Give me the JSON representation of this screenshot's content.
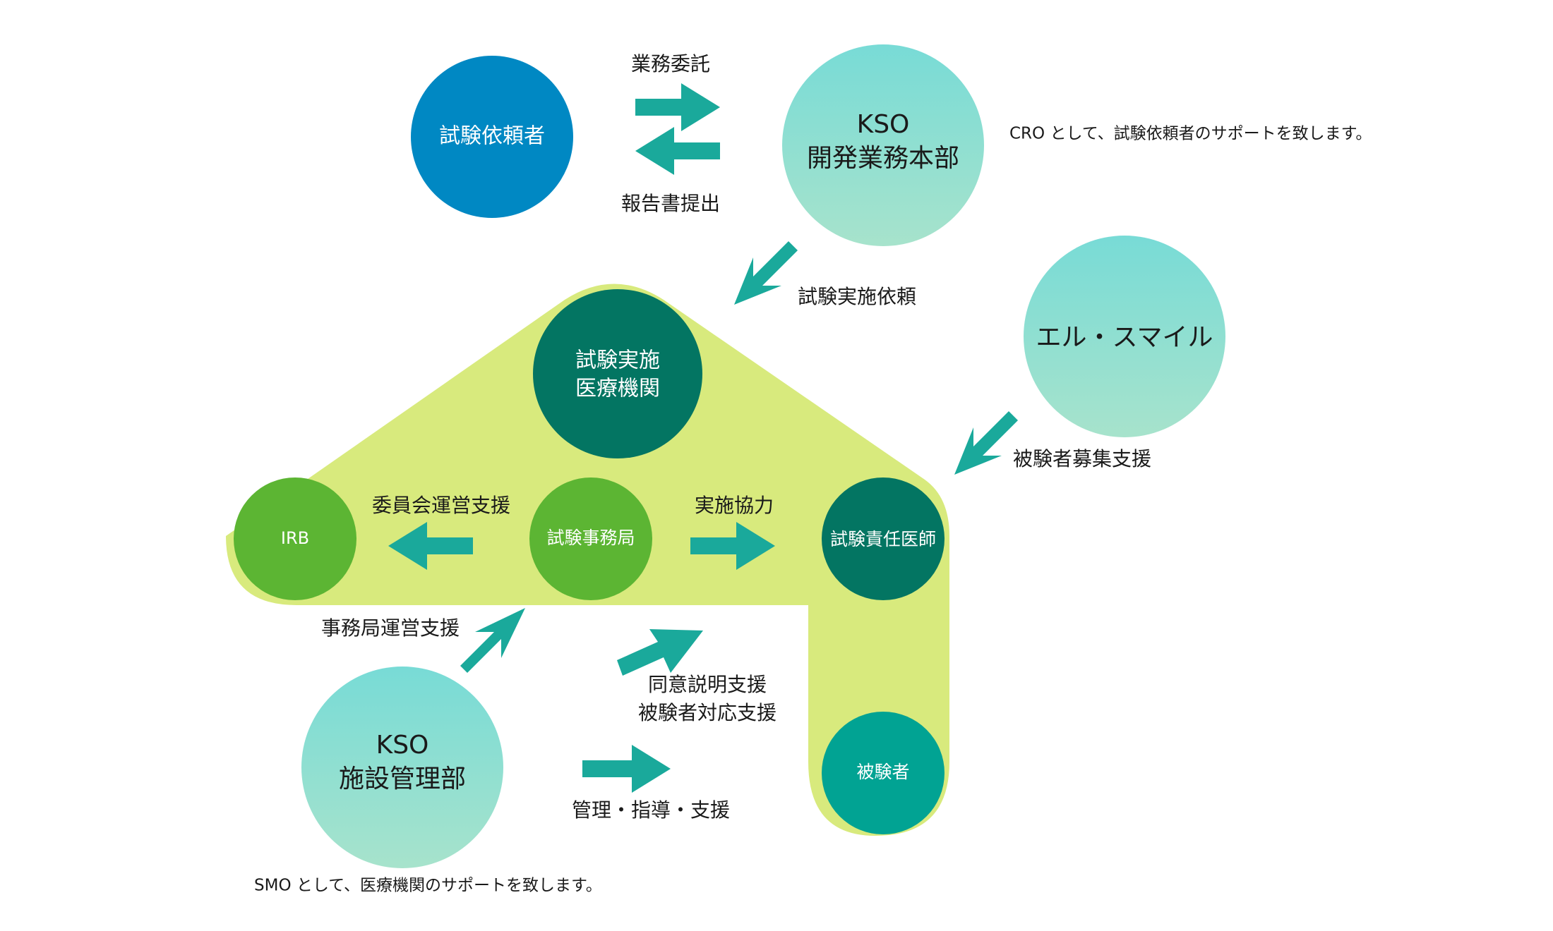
{
  "colors": {
    "area_fill": "#d8ea7d",
    "arrow": "#1aa99b",
    "client_blue": "#0088c3",
    "kso_top": "#78dbd6",
    "kso_bottom": "#a7e3cc",
    "dark_green": "#037562",
    "mid_green": "#5cb533",
    "teal": "#01a393",
    "white_text": "#ffffff",
    "dark_text": "#1a1a1a"
  },
  "nodes": {
    "client": "試験依頼者",
    "kso_dev": [
      "KSO",
      "開発業務本部"
    ],
    "site": [
      "試験実施",
      "医療機関"
    ],
    "l_smile": "エル・スマイル",
    "irb": "IRB",
    "secretariat": "試験事務局",
    "investigator": "試験責任医師",
    "subject": "被験者",
    "kso_site": [
      "KSO",
      "施設管理部"
    ]
  },
  "labels": {
    "outsourcing": "業務委託",
    "report": "報告書提出",
    "cro_note": "CRO として、試験依頼者のサポートを致します。",
    "trial_request": "試験実施依頼",
    "recruit_support": "被験者募集支援",
    "committee_support": "委員会運営支援",
    "cooperation": "実施協力",
    "secretariat_support": "事務局運営支援",
    "consent_support": [
      "同意説明支援",
      "被験者対応支援"
    ],
    "management": "管理・指導・支援",
    "smo_note": "SMO として、医療機関のサポートを致します。"
  }
}
